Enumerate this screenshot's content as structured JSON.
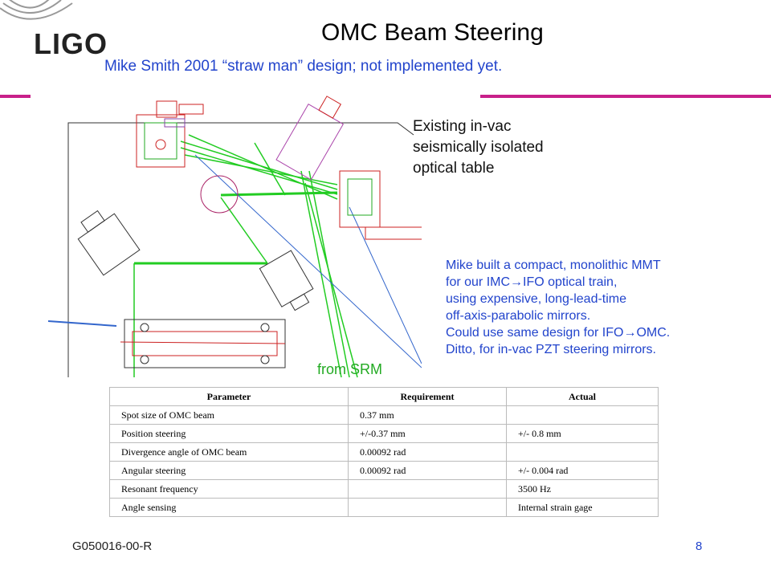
{
  "slide": {
    "logo": "LIGO",
    "title": "OMC Beam Steering",
    "subtitle": "Mike Smith 2001 “straw man” design; not implemented yet.",
    "table_label": [
      "Existing in-vac",
      "seismically isolated",
      "optical table"
    ],
    "note": [
      "Mike built a compact, monolithic MMT",
      "for our IMC→IFO optical train,",
      "using expensive, long-lead-time",
      "off-axis-parabolic mirrors.",
      "Could use same design for IFO→OMC.",
      "Ditto, for in-vac PZT steering mirrors."
    ],
    "from_srm": "from SRM",
    "footer_id": "G050016-00-R",
    "page_number": "8"
  },
  "colors": {
    "accent_rule": "#c8208a",
    "blue_text": "#2244cc",
    "beam_green": "#22cc22",
    "drawing_red": "#cc2222"
  },
  "requirements_table": {
    "headers": [
      "Parameter",
      "Requirement",
      "Actual"
    ],
    "rows": [
      [
        "Spot size of OMC beam",
        "0.37 mm",
        ""
      ],
      [
        "Position  steering",
        "+/-0.37 mm",
        "+/- 0.8 mm"
      ],
      [
        "Divergence angle of OMC beam",
        "0.00092 rad",
        ""
      ],
      [
        "Angular steering",
        "0.00092 rad",
        "+/- 0.004 rad"
      ],
      [
        "Resonant frequency",
        "",
        "3500 Hz"
      ],
      [
        "Angle sensing",
        "",
        "Internal strain gage"
      ]
    ]
  }
}
